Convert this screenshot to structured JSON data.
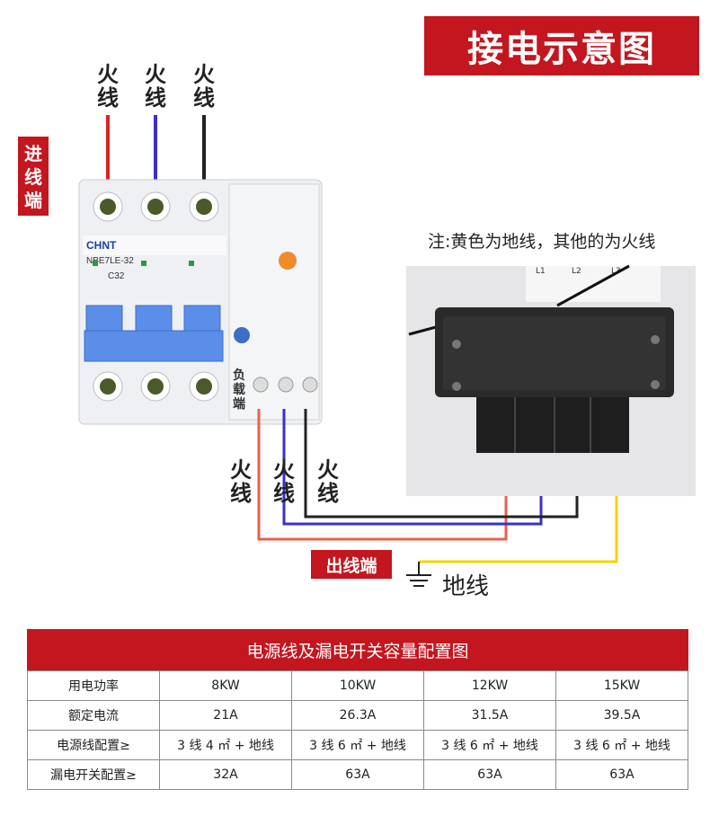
{
  "title": "接电示意图",
  "inlet": {
    "label": "进\n线\n端",
    "wires": [
      "火\n线",
      "火\n线",
      "火\n线"
    ]
  },
  "breaker": {
    "brand": "CHNT",
    "model": "NBE7LE-32",
    "rating": "C32",
    "load_label": "负\n载\n端"
  },
  "note": "注:黄色为地线，其他的为火线",
  "outlet": {
    "wires": [
      "火\n线",
      "火\n线",
      "火\n线"
    ],
    "label": "出线端"
  },
  "ground_label": "地线",
  "colors": {
    "accent": "#c3161f",
    "wire_red": "#e02020",
    "wire_blue": "#3a2fd0",
    "wire_black": "#222222",
    "wire_salmon": "#e8604c",
    "wire_yellow": "#f2d500"
  },
  "table": {
    "title": "电源线及漏电开关容量配置图",
    "rows": [
      {
        "head": "用电功率",
        "cells": [
          "8KW",
          "10KW",
          "12KW",
          "15KW"
        ]
      },
      {
        "head": "额定电流",
        "cells": [
          "21A",
          "26.3A",
          "31.5A",
          "39.5A"
        ]
      },
      {
        "head": "电源线配置≥",
        "cells": [
          "3 线 4 ㎡ + 地线",
          "3 线 6 ㎡ + 地线",
          "3 线 6 ㎡ + 地线",
          "3 线 6 ㎡ + 地线"
        ]
      },
      {
        "head": "漏电开关配置≥",
        "cells": [
          "32A",
          "63A",
          "63A",
          "63A"
        ]
      }
    ]
  }
}
